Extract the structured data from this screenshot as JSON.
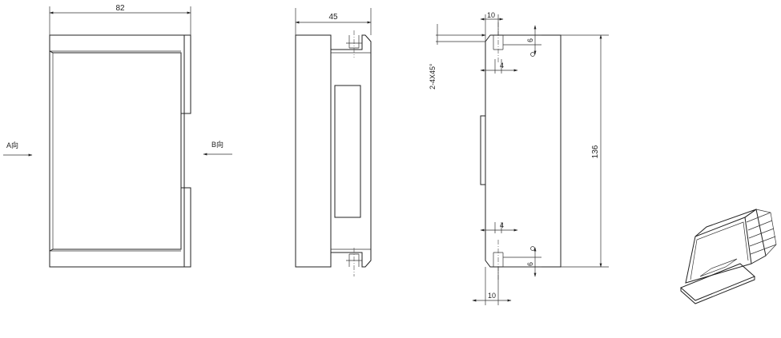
{
  "dimensions": {
    "front_width": "82",
    "side_width": "45",
    "height": "136",
    "slot_offset_top": "10",
    "slot_offset_bottom": "10",
    "slot_height_top": "6",
    "slot_height_bottom": "6",
    "slot_width_top": "4",
    "slot_width_bottom": "4",
    "chamfer": "2-4X45°"
  },
  "direction_labels": {
    "a": "A向",
    "b": "B向"
  },
  "colors": {
    "line": "#222222",
    "background": "#ffffff"
  }
}
